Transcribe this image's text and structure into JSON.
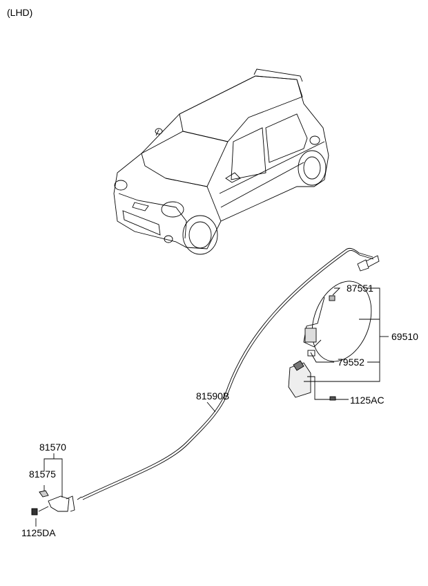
{
  "header": {
    "variant": "(LHD)"
  },
  "parts": {
    "p87551": "87551",
    "p69510": "69510",
    "p79552": "79552",
    "p1125AC": "1125AC",
    "p81590B": "81590B",
    "p81570": "81570",
    "p81575": "81575",
    "p1125DA": "1125DA"
  }
}
